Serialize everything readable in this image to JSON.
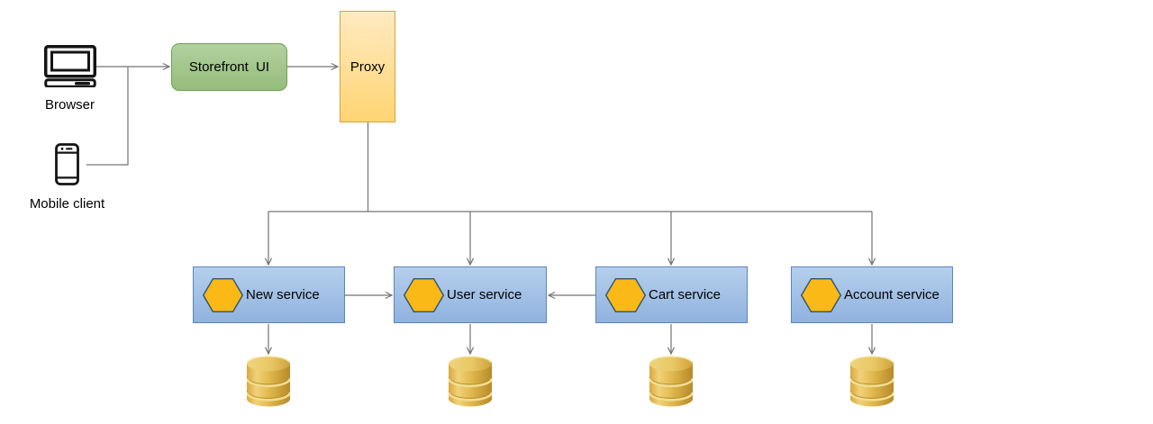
{
  "nodes": {
    "browser": {
      "label": "Browser",
      "icon": "desktop-computer-icon"
    },
    "mobile": {
      "label": "Mobile client",
      "icon": "smartphone-icon"
    },
    "storefront": {
      "label": "Storefront  UI"
    },
    "proxy": {
      "label": "Proxy"
    }
  },
  "services": [
    {
      "label": "New service",
      "icon": "hexagon-icon",
      "datastore_icon": "database-cylinder-icon"
    },
    {
      "label": "User service",
      "icon": "hexagon-icon",
      "datastore_icon": "database-cylinder-icon"
    },
    {
      "label": "Cart service",
      "icon": "hexagon-icon",
      "datastore_icon": "database-cylinder-icon"
    },
    {
      "label": "Account service",
      "icon": "hexagon-icon",
      "datastore_icon": "database-cylinder-icon"
    }
  ],
  "edges": [
    {
      "from": "Browser",
      "to": "Storefront UI"
    },
    {
      "from": "Mobile client",
      "to": "Storefront UI"
    },
    {
      "from": "Storefront UI",
      "to": "Proxy"
    },
    {
      "from": "Proxy",
      "to": "New service"
    },
    {
      "from": "Proxy",
      "to": "User service"
    },
    {
      "from": "Proxy",
      "to": "Cart service"
    },
    {
      "from": "Proxy",
      "to": "Account service"
    },
    {
      "from": "New service",
      "to": "User service"
    },
    {
      "from": "Cart service",
      "to": "User service"
    },
    {
      "from": "New service",
      "to": "New service database"
    },
    {
      "from": "User service",
      "to": "User service database"
    },
    {
      "from": "Cart service",
      "to": "Cart service database"
    },
    {
      "from": "Account service",
      "to": "Account service database"
    }
  ],
  "colors": {
    "background": "#FFFFFF",
    "connector": "#737373",
    "storefront_fill_top": "#B2D19E",
    "storefront_fill_bottom": "#95BC7D",
    "storefront_stroke": "#6FA153",
    "proxy_fill_top": "#FFEAC0",
    "proxy_fill_bottom": "#FFD573",
    "proxy_stroke": "#D9A137",
    "service_fill_top": "#B5CFEC",
    "service_fill_bottom": "#90B2DF",
    "service_stroke": "#5C85BD",
    "hexagon_fill": "#FBB917",
    "hexagon_stroke": "#2E5472",
    "database_gold": "#E2BA50",
    "text": "#000000"
  }
}
